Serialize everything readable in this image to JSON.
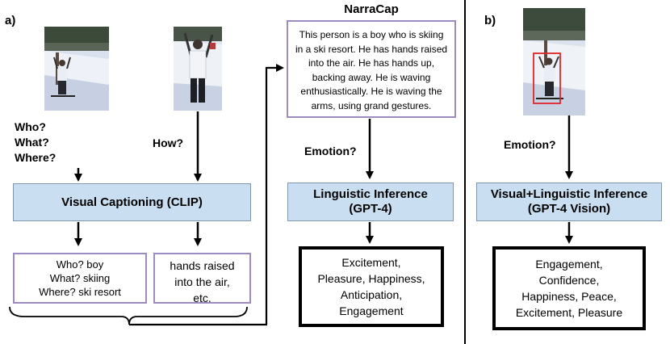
{
  "panels": {
    "a_label": "a)",
    "b_label": "b)"
  },
  "narracap": {
    "title": "NarraCap",
    "caption_lines": [
      "This person is a boy who is skiing",
      "in a ski resort. He has hands raised",
      "into the air. He has hands up,",
      "backing away. He is waving",
      "enthusiastically. He is waving the",
      "arms, using grand gestures."
    ]
  },
  "questions": {
    "who": "Who?",
    "what": "What?",
    "where": "Where?",
    "how": "How?",
    "emotion_a": "Emotion?",
    "emotion_b": "Emotion?"
  },
  "boxes": {
    "visual_captioning": "Visual Captioning (CLIP)",
    "linguistic_inference_line1": "Linguistic Inference",
    "linguistic_inference_line2": "(GPT-4)",
    "vl_inference_line1": "Visual+Linguistic Inference",
    "vl_inference_line2": "(GPT-4 Vision)"
  },
  "clip_outputs": {
    "www_lines": [
      "Who? boy",
      "What? skiing",
      "Where? ski resort"
    ],
    "how_lines": [
      "hands raised",
      "into the air,",
      "etc."
    ]
  },
  "outputs": {
    "narracap_emotions": [
      "Excitement,",
      "Pleasure, Happiness,",
      "Anticipation,",
      "Engagement"
    ],
    "gpt4v_emotions": [
      "Engagement,",
      "Confidence,",
      "Happiness, Peace,",
      "Excitement, Pleasure"
    ]
  },
  "colors": {
    "box_fill": "#c9def1",
    "purple_border": "#9d8bbf",
    "bbox_red": "#e0242a"
  }
}
